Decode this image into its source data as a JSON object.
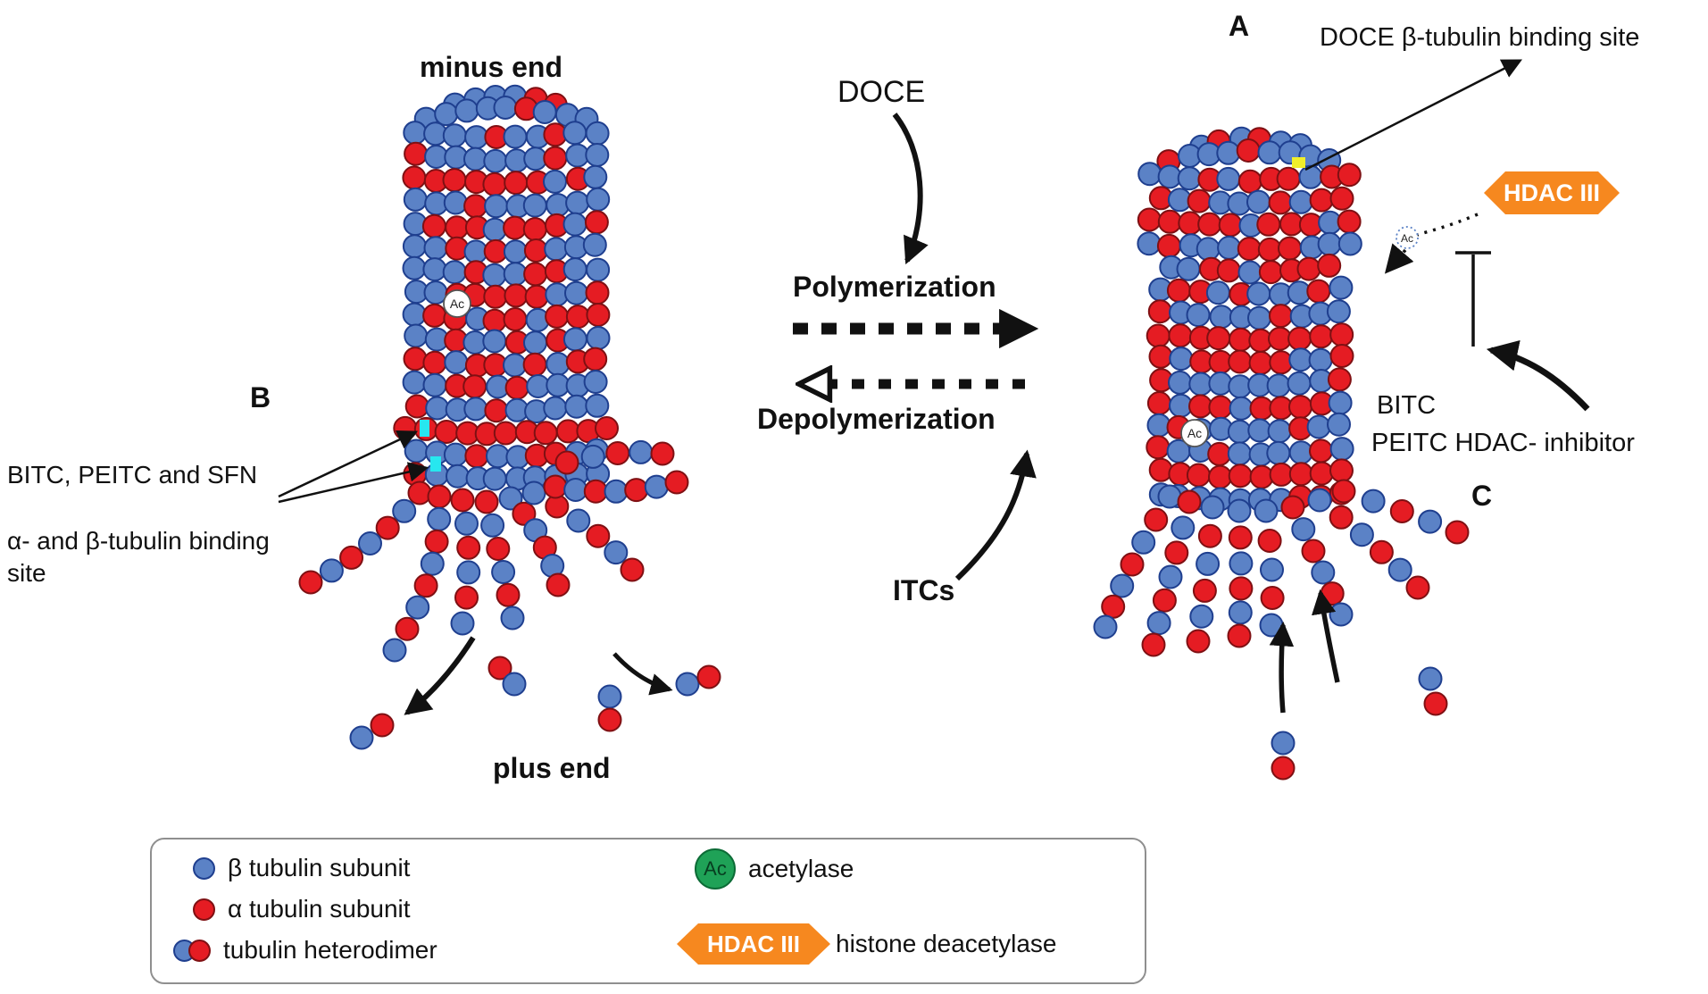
{
  "labels": {
    "minus_end": "minus end",
    "plus_end": "plus end",
    "doce": "DOCE",
    "polymerization": "Polymerization",
    "depolymerization": "Depolymerization",
    "itcs": "ITCs",
    "panel_a": "A",
    "panel_b": "B",
    "panel_c": "C",
    "bitc_peitc_sfn": "BITC, PEITC and SFN",
    "binding_site_line1": "α- and β-tubulin binding",
    "binding_site_line2": "site",
    "doce_binding_site": "DOCE β-tubulin binding site",
    "bitc": "BITC",
    "peitc_hdac_inhibitor": "PEITC HDAC- inhibitor",
    "hdac_iii": "HDAC III",
    "ac": "Ac"
  },
  "legend": {
    "beta": "β tubulin subunit",
    "alpha": "α tubulin subunit",
    "heterodimer": "tubulin heterodimer",
    "acetylase": "acetylase",
    "acetylase_symbol": "Ac",
    "hdac_badge": "HDAC III",
    "histone_deacetylase": "histone deacetylase"
  },
  "colors": {
    "beta_fill": "#5b82c6",
    "beta_stroke": "#1f3f8f",
    "alpha_fill": "#e51c23",
    "alpha_stroke": "#7f1013",
    "acetylase_fill": "#1fa257",
    "acetylase_stroke": "#0c6b36",
    "hdac_fill": "#f6881f",
    "marker_cyan": "#27e7ef",
    "marker_yellow": "#f0ee2a",
    "arrow": "#111111"
  }
}
